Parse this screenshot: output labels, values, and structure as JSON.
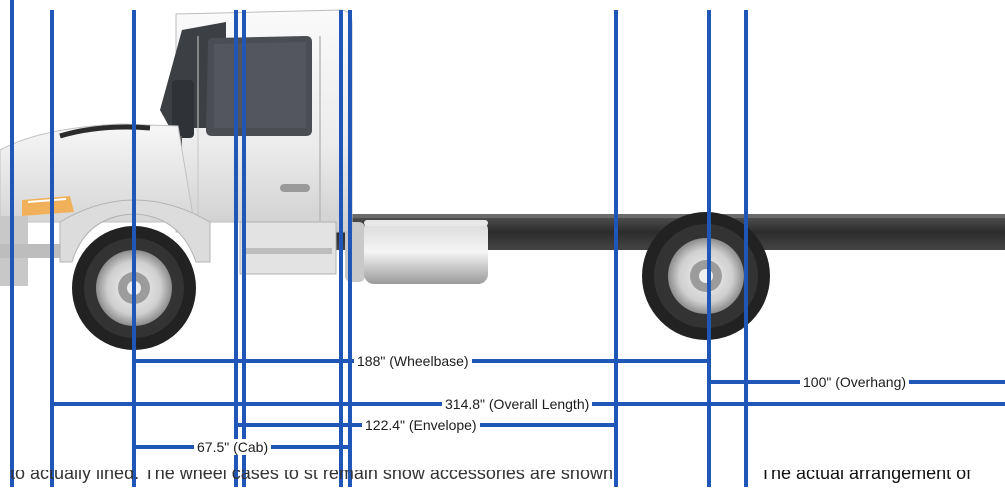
{
  "dimensions": {
    "wheelbase": "188\" (Wheelbase)",
    "overhang": "100\" (Overhang)",
    "overall_length": "314.8\" (Overall Length)",
    "envelope": "122.4\" (Envelope)",
    "cab": "67.5\" (Cab)"
  },
  "footer_text": {
    "left": "to actually lined. The wheel cases to st remain show accessories are shown",
    "right": "The actual arrangement of"
  },
  "colors": {
    "guide_line": "#1f56b8",
    "frame_rail": "#3a3a3a",
    "cab_body": "#f2f2f2",
    "tire": "#222222"
  }
}
